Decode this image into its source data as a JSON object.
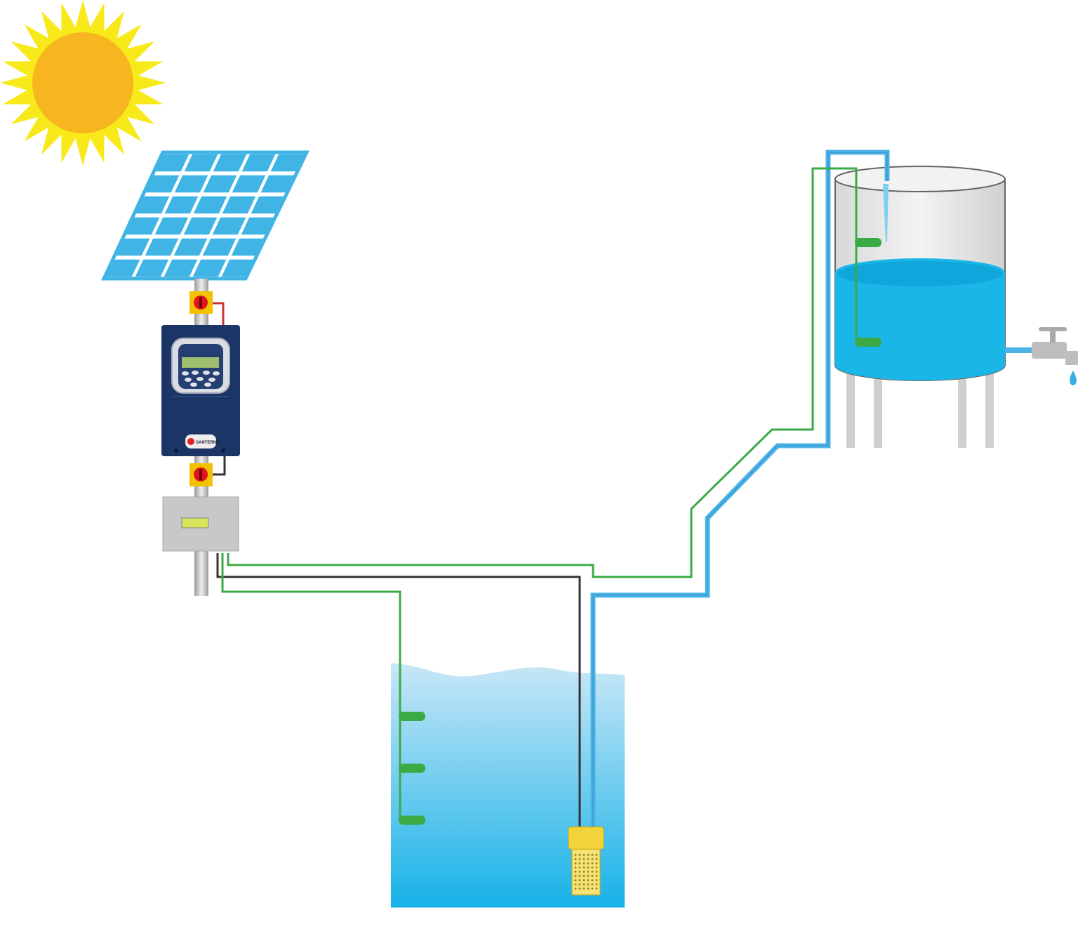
{
  "diagram": {
    "title_visible": false,
    "components": [
      "sun",
      "solar-panel",
      "dc-disconnect-switch",
      "inverter",
      "ac-disconnect-switch",
      "control-box",
      "well",
      "submersible-pump",
      "water-pipe",
      "level-sensors",
      "storage-tank",
      "tap"
    ],
    "inverter_logo": "SANTERNO",
    "colors": {
      "sun": "#f7b51f",
      "rays": "#f7e91a",
      "panel": "#3fb4e5",
      "well_water": "#1ab4e8",
      "pipe": "#4cb3e6",
      "sensor_wire": "#3aaa45",
      "power_wire": "#333333",
      "inverter": "#1b3566",
      "switch": "#f2c200",
      "pump": "#f2d33a"
    }
  }
}
